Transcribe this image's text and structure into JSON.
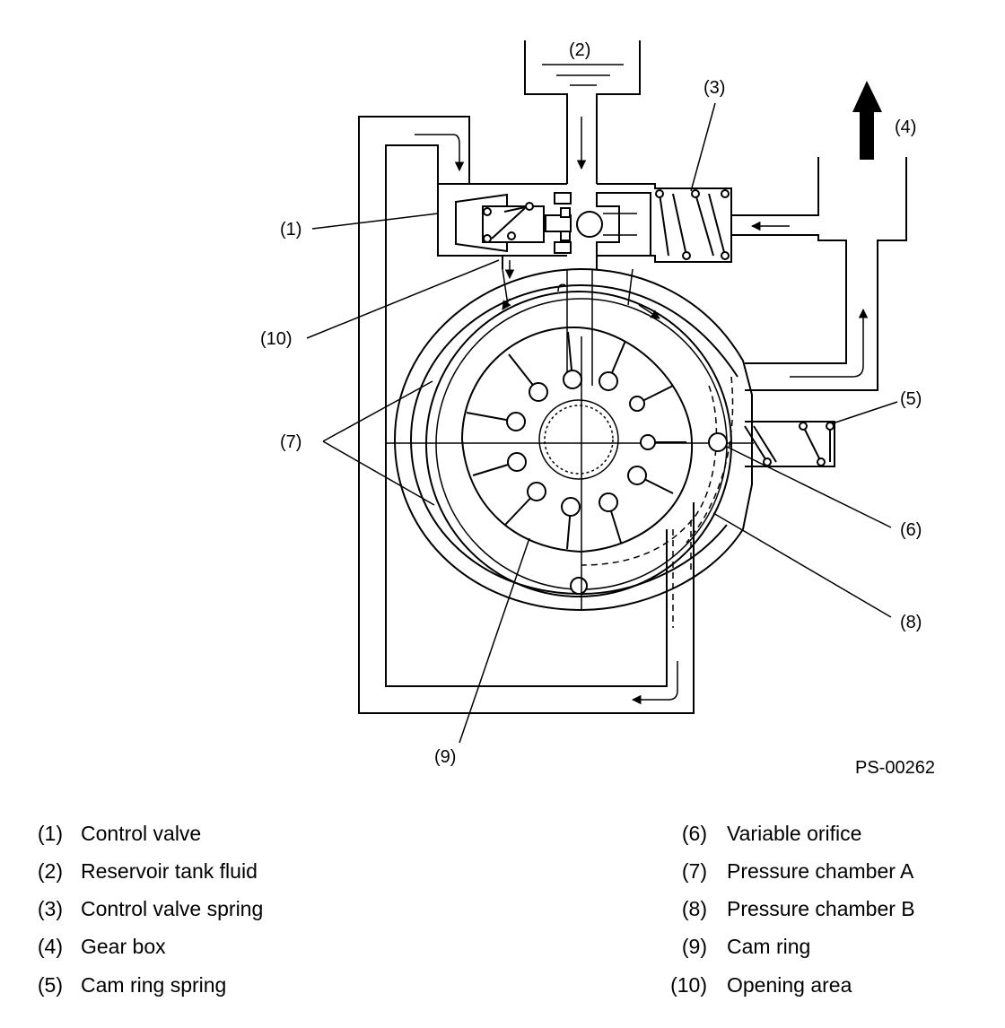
{
  "diagram": {
    "callouts": {
      "c1": "(1)",
      "c2": "(2)",
      "c3": "(3)",
      "c4": "(4)",
      "c5": "(5)",
      "c6": "(6)",
      "c7": "(7)",
      "c8": "(8)",
      "c9": "(9)",
      "c10": "(10)"
    },
    "figure_code": "PS-00262"
  },
  "legend": {
    "left": [
      {
        "num": "(1)",
        "label": "Control valve"
      },
      {
        "num": "(2)",
        "label": "Reservoir tank fluid"
      },
      {
        "num": "(3)",
        "label": "Control valve spring"
      },
      {
        "num": "(4)",
        "label": "Gear box"
      },
      {
        "num": "(5)",
        "label": "Cam ring spring"
      }
    ],
    "right": [
      {
        "num": "(6)",
        "label": "Variable orifice"
      },
      {
        "num": "(7)",
        "label": "Pressure chamber A"
      },
      {
        "num": "(8)",
        "label": "Pressure chamber B"
      },
      {
        "num": "(9)",
        "label": "Cam ring"
      },
      {
        "num": "(10)",
        "label": "Opening area"
      }
    ]
  }
}
